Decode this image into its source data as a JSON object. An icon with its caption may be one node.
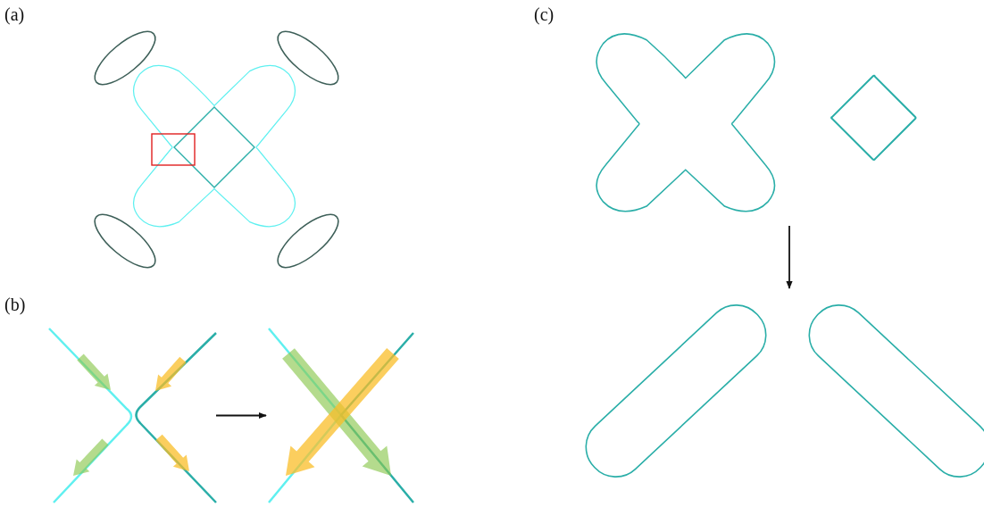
{
  "diagram": {
    "nodes": [
      {
        "text": [],
        "shape": "picture"
      },
      {
        "text": [],
        "shape": "picture"
      },
      {
        "text": [],
        "shape": "picture"
      },
      {
        "text": [],
        "shape": "picture"
      }
    ],
    "edges": [
      {
        "from": 0,
        "to": 1,
        "arrow": "to"
      },
      {
        "from": 2,
        "to": 3,
        "arrow": "to"
      }
    ],
    "labels": [
      "(a)",
      "(c)",
      "(b)"
    ]
  }
}
